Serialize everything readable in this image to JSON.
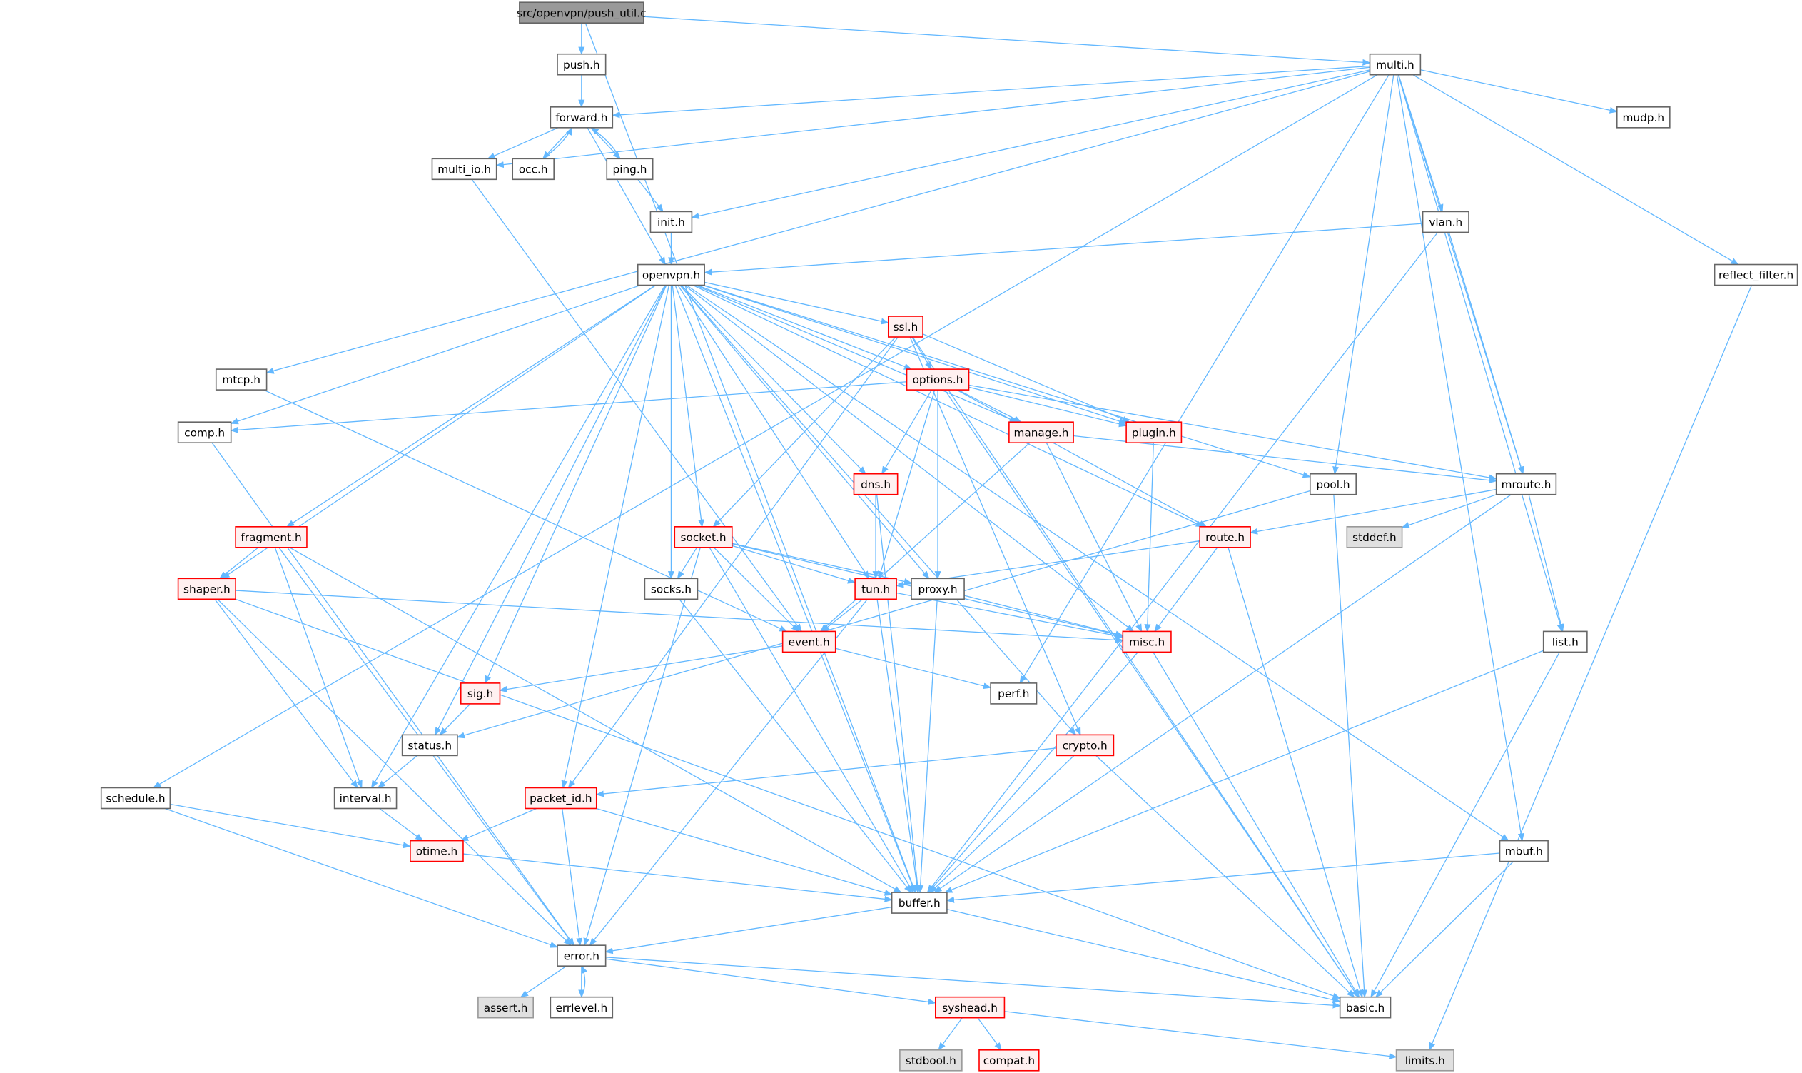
{
  "title": "src/openvpn/push_util.c",
  "colors": {
    "edge": "#63b8ff",
    "root_fill": "#999999",
    "root_border": "#666666",
    "normal_fill": "#ffffff",
    "normal_border": "#666666",
    "incomplete_fill": "#fff0f0",
    "incomplete_border": "#ff0000",
    "system_fill": "#e0e0e0",
    "system_border": "#999999"
  },
  "nodes": [
    {
      "id": "root",
      "label": "src/openvpn/push_util.c",
      "kind": "root"
    },
    {
      "id": "push",
      "label": "push.h",
      "kind": "normal"
    },
    {
      "id": "multi",
      "label": "multi.h",
      "kind": "normal"
    },
    {
      "id": "forward",
      "label": "forward.h",
      "kind": "normal"
    },
    {
      "id": "multi_io",
      "label": "multi_io.h",
      "kind": "normal"
    },
    {
      "id": "occ",
      "label": "occ.h",
      "kind": "normal"
    },
    {
      "id": "ping",
      "label": "ping.h",
      "kind": "normal"
    },
    {
      "id": "init",
      "label": "init.h",
      "kind": "normal"
    },
    {
      "id": "vlan",
      "label": "vlan.h",
      "kind": "normal"
    },
    {
      "id": "mudp",
      "label": "mudp.h",
      "kind": "normal"
    },
    {
      "id": "reflect_filter",
      "label": "reflect_filter.h",
      "kind": "normal"
    },
    {
      "id": "openvpn",
      "label": "openvpn.h",
      "kind": "normal"
    },
    {
      "id": "ssl",
      "label": "ssl.h",
      "kind": "incomplete"
    },
    {
      "id": "options",
      "label": "options.h",
      "kind": "incomplete"
    },
    {
      "id": "mtcp",
      "label": "mtcp.h",
      "kind": "normal"
    },
    {
      "id": "comp",
      "label": "comp.h",
      "kind": "normal"
    },
    {
      "id": "manage",
      "label": "manage.h",
      "kind": "incomplete"
    },
    {
      "id": "plugin",
      "label": "plugin.h",
      "kind": "incomplete"
    },
    {
      "id": "dns",
      "label": "dns.h",
      "kind": "incomplete"
    },
    {
      "id": "pool",
      "label": "pool.h",
      "kind": "normal"
    },
    {
      "id": "mroute",
      "label": "mroute.h",
      "kind": "normal"
    },
    {
      "id": "fragment",
      "label": "fragment.h",
      "kind": "incomplete"
    },
    {
      "id": "socket",
      "label": "socket.h",
      "kind": "incomplete"
    },
    {
      "id": "route",
      "label": "route.h",
      "kind": "incomplete"
    },
    {
      "id": "stddef",
      "label": "stddef.h",
      "kind": "system"
    },
    {
      "id": "shaper",
      "label": "shaper.h",
      "kind": "incomplete"
    },
    {
      "id": "socks",
      "label": "socks.h",
      "kind": "normal"
    },
    {
      "id": "tun",
      "label": "tun.h",
      "kind": "incomplete"
    },
    {
      "id": "proxy",
      "label": "proxy.h",
      "kind": "normal"
    },
    {
      "id": "event",
      "label": "event.h",
      "kind": "incomplete"
    },
    {
      "id": "misc",
      "label": "misc.h",
      "kind": "incomplete"
    },
    {
      "id": "list",
      "label": "list.h",
      "kind": "normal"
    },
    {
      "id": "sig",
      "label": "sig.h",
      "kind": "incomplete"
    },
    {
      "id": "perf",
      "label": "perf.h",
      "kind": "normal"
    },
    {
      "id": "status",
      "label": "status.h",
      "kind": "normal"
    },
    {
      "id": "crypto",
      "label": "crypto.h",
      "kind": "incomplete"
    },
    {
      "id": "interval",
      "label": "interval.h",
      "kind": "normal"
    },
    {
      "id": "schedule",
      "label": "schedule.h",
      "kind": "normal"
    },
    {
      "id": "packet_id",
      "label": "packet_id.h",
      "kind": "incomplete"
    },
    {
      "id": "otime",
      "label": "otime.h",
      "kind": "incomplete"
    },
    {
      "id": "mbuf",
      "label": "mbuf.h",
      "kind": "normal"
    },
    {
      "id": "buffer",
      "label": "buffer.h",
      "kind": "normal"
    },
    {
      "id": "error",
      "label": "error.h",
      "kind": "normal"
    },
    {
      "id": "basic",
      "label": "basic.h",
      "kind": "normal"
    },
    {
      "id": "assert",
      "label": "assert.h",
      "kind": "system"
    },
    {
      "id": "errlevel",
      "label": "errlevel.h",
      "kind": "normal"
    },
    {
      "id": "syshead",
      "label": "syshead.h",
      "kind": "incomplete"
    },
    {
      "id": "stdbool",
      "label": "stdbool.h",
      "kind": "system"
    },
    {
      "id": "compat",
      "label": "compat.h",
      "kind": "incomplete"
    },
    {
      "id": "limits",
      "label": "limits.h",
      "kind": "system"
    }
  ],
  "edges": [
    [
      "root",
      "push"
    ],
    [
      "root",
      "multi"
    ],
    [
      "root",
      "buffer"
    ],
    [
      "push",
      "forward"
    ],
    [
      "multi",
      "forward"
    ],
    [
      "multi",
      "multi_io"
    ],
    [
      "multi",
      "init"
    ],
    [
      "multi",
      "mtcp"
    ],
    [
      "multi",
      "schedule"
    ],
    [
      "multi",
      "mudp"
    ],
    [
      "multi",
      "vlan"
    ],
    [
      "multi",
      "reflect_filter"
    ],
    [
      "multi",
      "pool"
    ],
    [
      "multi",
      "mroute"
    ],
    [
      "multi",
      "list"
    ],
    [
      "multi",
      "mbuf"
    ],
    [
      "multi",
      "perf"
    ],
    [
      "forward",
      "multi_io"
    ],
    [
      "forward",
      "occ"
    ],
    [
      "forward",
      "ping"
    ],
    [
      "forward",
      "openvpn"
    ],
    [
      "occ",
      "forward"
    ],
    [
      "ping",
      "forward"
    ],
    [
      "ping",
      "init"
    ],
    [
      "multi_io",
      "event"
    ],
    [
      "init",
      "openvpn"
    ],
    [
      "vlan",
      "openvpn"
    ],
    [
      "vlan",
      "mroute"
    ],
    [
      "vlan",
      "buffer"
    ],
    [
      "reflect_filter",
      "limits"
    ],
    [
      "openvpn",
      "ssl"
    ],
    [
      "openvpn",
      "options"
    ],
    [
      "openvpn",
      "comp"
    ],
    [
      "openvpn",
      "manage"
    ],
    [
      "openvpn",
      "plugin"
    ],
    [
      "openvpn",
      "dns"
    ],
    [
      "openvpn",
      "pool"
    ],
    [
      "openvpn",
      "fragment"
    ],
    [
      "openvpn",
      "socket"
    ],
    [
      "openvpn",
      "route"
    ],
    [
      "openvpn",
      "shaper"
    ],
    [
      "openvpn",
      "socks"
    ],
    [
      "openvpn",
      "tun"
    ],
    [
      "openvpn",
      "proxy"
    ],
    [
      "openvpn",
      "misc"
    ],
    [
      "openvpn",
      "sig"
    ],
    [
      "openvpn",
      "status"
    ],
    [
      "openvpn",
      "crypto"
    ],
    [
      "openvpn",
      "interval"
    ],
    [
      "openvpn",
      "packet_id"
    ],
    [
      "openvpn",
      "mbuf"
    ],
    [
      "openvpn",
      "buffer"
    ],
    [
      "ssl",
      "options"
    ],
    [
      "ssl",
      "plugin"
    ],
    [
      "ssl",
      "socket"
    ],
    [
      "ssl",
      "crypto"
    ],
    [
      "ssl",
      "packet_id"
    ],
    [
      "ssl",
      "basic"
    ],
    [
      "options",
      "comp"
    ],
    [
      "options",
      "manage"
    ],
    [
      "options",
      "plugin"
    ],
    [
      "options",
      "dns"
    ],
    [
      "options",
      "tun"
    ],
    [
      "options",
      "proxy"
    ],
    [
      "options",
      "route"
    ],
    [
      "options",
      "mroute"
    ],
    [
      "options",
      "basic"
    ],
    [
      "mtcp",
      "event"
    ],
    [
      "comp",
      "error"
    ],
    [
      "manage",
      "event"
    ],
    [
      "manage",
      "misc"
    ],
    [
      "manage",
      "mroute"
    ],
    [
      "plugin",
      "misc"
    ],
    [
      "dns",
      "tun"
    ],
    [
      "dns",
      "buffer"
    ],
    [
      "pool",
      "status"
    ],
    [
      "pool",
      "basic"
    ],
    [
      "mroute",
      "route"
    ],
    [
      "mroute",
      "stddef"
    ],
    [
      "mroute",
      "list"
    ],
    [
      "mroute",
      "buffer"
    ],
    [
      "fragment",
      "shaper"
    ],
    [
      "fragment",
      "interval"
    ],
    [
      "fragment",
      "buffer"
    ],
    [
      "fragment",
      "error"
    ],
    [
      "socket",
      "socks"
    ],
    [
      "socket",
      "tun"
    ],
    [
      "socket",
      "proxy"
    ],
    [
      "socket",
      "event"
    ],
    [
      "socket",
      "misc"
    ],
    [
      "socket",
      "buffer"
    ],
    [
      "socket",
      "error"
    ],
    [
      "route",
      "tun"
    ],
    [
      "route",
      "misc"
    ],
    [
      "route",
      "basic"
    ],
    [
      "shaper",
      "misc"
    ],
    [
      "shaper",
      "interval"
    ],
    [
      "shaper",
      "error"
    ],
    [
      "shaper",
      "basic"
    ],
    [
      "socks",
      "buffer"
    ],
    [
      "tun",
      "event"
    ],
    [
      "tun",
      "misc"
    ],
    [
      "tun",
      "buffer"
    ],
    [
      "tun",
      "error"
    ],
    [
      "proxy",
      "misc"
    ],
    [
      "proxy",
      "buffer"
    ],
    [
      "event",
      "sig"
    ],
    [
      "event",
      "perf"
    ],
    [
      "misc",
      "buffer"
    ],
    [
      "misc",
      "basic"
    ],
    [
      "list",
      "buffer"
    ],
    [
      "list",
      "basic"
    ],
    [
      "sig",
      "status"
    ],
    [
      "status",
      "interval"
    ],
    [
      "crypto",
      "packet_id"
    ],
    [
      "crypto",
      "buffer"
    ],
    [
      "crypto",
      "basic"
    ],
    [
      "interval",
      "otime"
    ],
    [
      "schedule",
      "otime"
    ],
    [
      "schedule",
      "error"
    ],
    [
      "packet_id",
      "otime"
    ],
    [
      "packet_id",
      "buffer"
    ],
    [
      "packet_id",
      "error"
    ],
    [
      "otime",
      "buffer"
    ],
    [
      "mbuf",
      "buffer"
    ],
    [
      "mbuf",
      "basic"
    ],
    [
      "buffer",
      "error"
    ],
    [
      "buffer",
      "basic"
    ],
    [
      "error",
      "assert"
    ],
    [
      "error",
      "errlevel"
    ],
    [
      "error",
      "syshead"
    ],
    [
      "error",
      "basic"
    ],
    [
      "errlevel",
      "error"
    ],
    [
      "syshead",
      "stdbool"
    ],
    [
      "syshead",
      "compat"
    ],
    [
      "syshead",
      "limits"
    ]
  ]
}
